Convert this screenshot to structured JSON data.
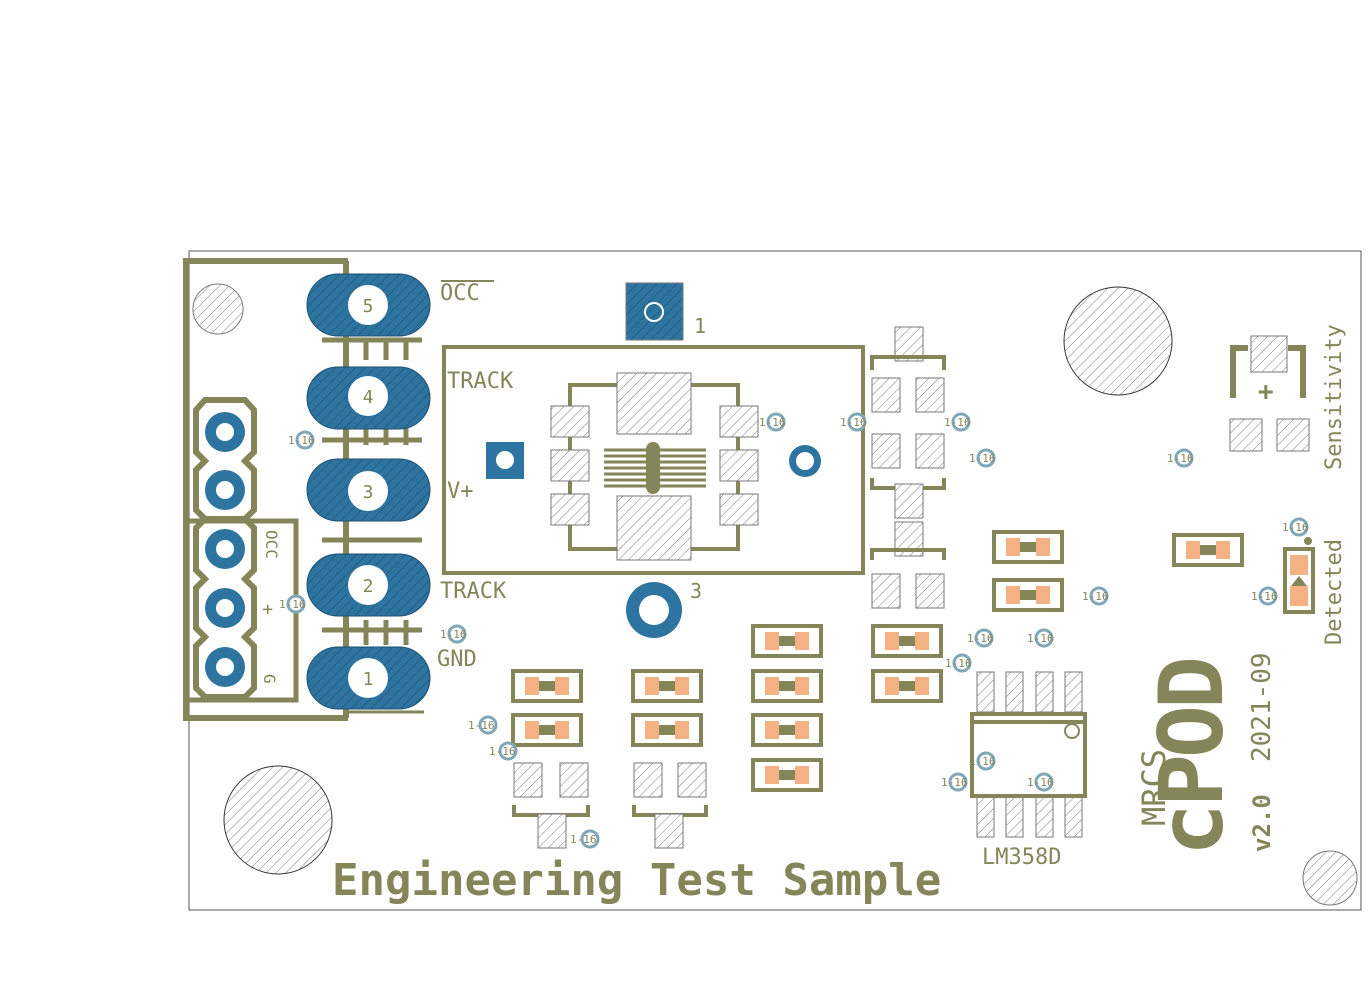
{
  "colors": {
    "silkscreen": "#85855a",
    "copper": "#2e74a0",
    "smd_orange": "#f4b183",
    "via": "#7fa7b8",
    "outline": "#555555"
  },
  "labels": {
    "occ": "OCC",
    "track_top": "TRACK",
    "vplus": "V+",
    "track_bottom": "TRACK",
    "gnd": "GND",
    "pin1": "1",
    "pin3": "3",
    "hdr_occ": "OCC",
    "hdr_plus": "+",
    "hdr_g": "G",
    "sensitivity": "Sensitivity",
    "detected": "Detected",
    "trim_plus": "+",
    "ic_name": "LM358D",
    "date": "2021-09",
    "version": "v2.0",
    "brand_small": "MRCS",
    "brand_big": "cPOD",
    "engineering": "Engineering Test Sample"
  },
  "terminal_numbers": [
    "5",
    "4",
    "3",
    "2",
    "1"
  ],
  "via_label": "1-16",
  "icons": [
    "mounting-hole-icon",
    "via-icon",
    "led-icon",
    "trimpot-icon",
    "ic-icon",
    "resistor-icon"
  ]
}
